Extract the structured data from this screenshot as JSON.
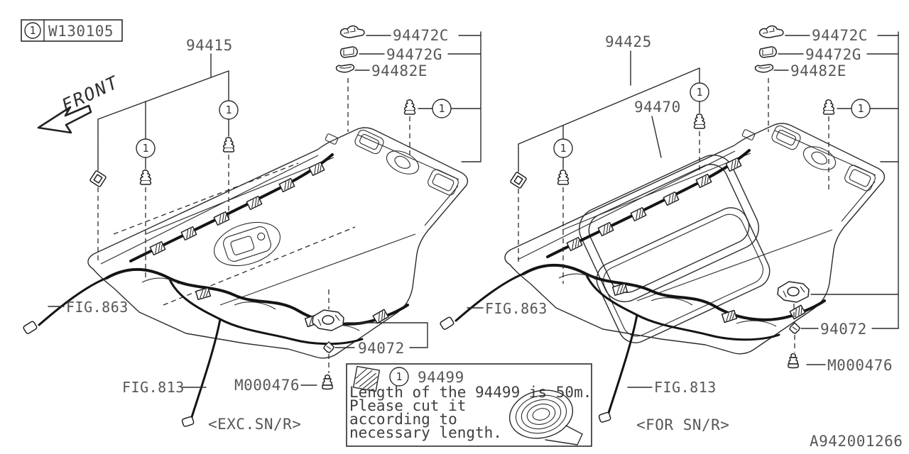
{
  "callout": {
    "marker": "1"
  },
  "legend": {
    "marker": "1",
    "fastener_code": "W130105"
  },
  "orientation": {
    "front": "FRONT"
  },
  "left_assembly": {
    "headliner": "94415",
    "fasteners": {
      "clip_c": "94472C",
      "clip_g": "94472G",
      "hook": "94482E"
    },
    "spacer": "94072",
    "screw": "M000476",
    "fig_front_harness": "FIG.863",
    "fig_rear_harness": "FIG.813",
    "variant": "<EXC.SN/R>"
  },
  "right_assembly": {
    "headliner": "94425",
    "sunroof_trim": "94470",
    "fasteners": {
      "clip_c": "94472C",
      "clip_g": "94472G",
      "hook": "94482E"
    },
    "spacer": "94072",
    "screw": "M000476",
    "fig_front_harness": "FIG.863",
    "fig_rear_harness": "FIG.813",
    "variant": "<FOR SN/R>"
  },
  "note": {
    "marker": "1",
    "part": "94499",
    "line1": "Length of the 94499 is 50m.",
    "line2": "Please cut it",
    "line3": "according to",
    "line4": "necessary length."
  },
  "drawing_number": "A942001266"
}
